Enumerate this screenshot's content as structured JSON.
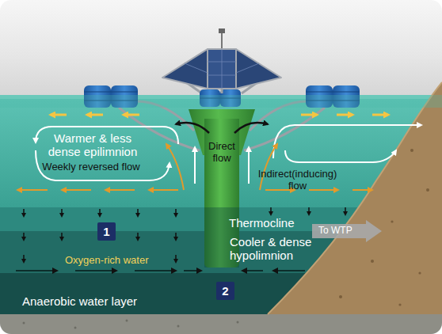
{
  "diagram": {
    "nodes": [
      {
        "text": [
          "Warmer & less dense epilimnion",
          "Weekly reversed flow",
          "Indirect(inducing) flow"
        ]
      },
      {
        "text": [
          "Direct flow"
        ]
      },
      {
        "text": [
          "Thermocline"
        ]
      },
      {
        "text": [
          "1"
        ]
      },
      {
        "text": [
          "To WTP"
        ]
      },
      {
        "text": [
          "Cooler & dense hypolimnion",
          "Oxygen-rich water"
        ]
      },
      {
        "text": [
          "2"
        ]
      },
      {
        "text": [
          "Anaerobic water layer"
        ]
      }
    ]
  }
}
